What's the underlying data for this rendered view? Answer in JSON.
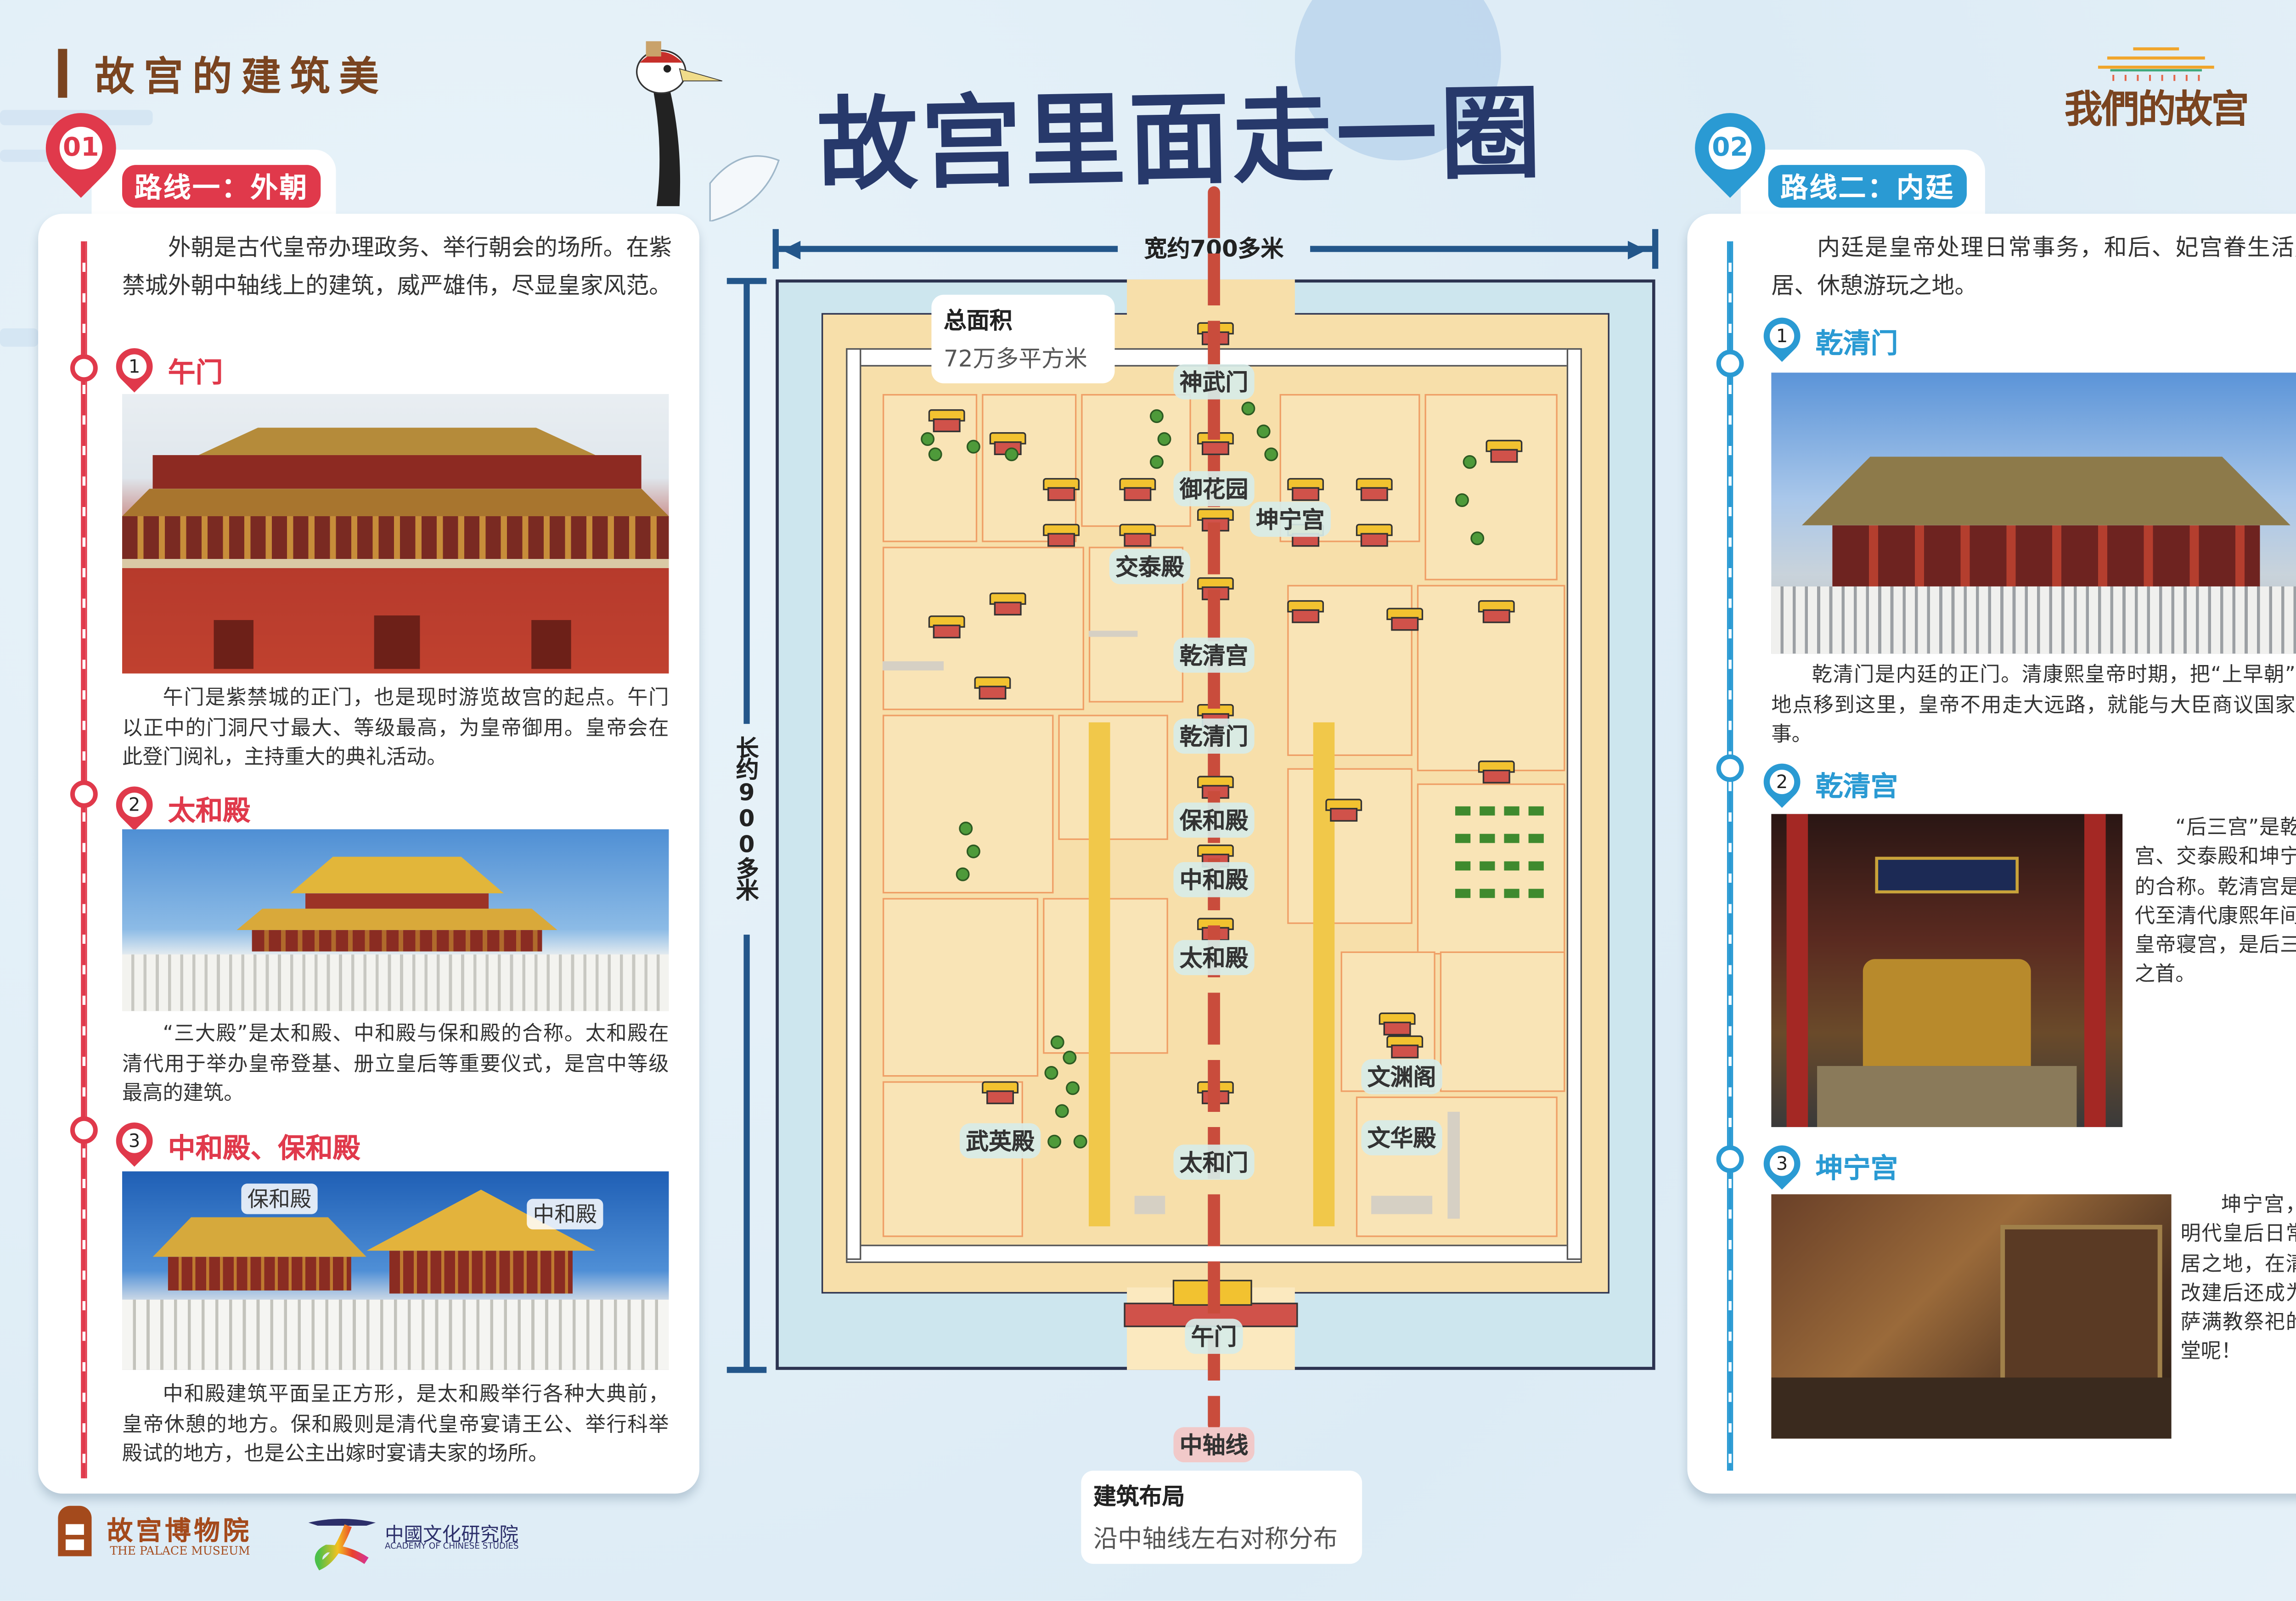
{
  "header": {
    "section_title": "故宫的建筑美",
    "main_title": "故宫里面走一圈",
    "brand_logo": "我們的故宫"
  },
  "route1": {
    "number": "01",
    "label": "路线一：外朝",
    "intro": "外朝是古代皇帝办理政务、举行朝会的场所。在紫禁城外朝中轴线上的建筑，威严雄伟，尽显皇家风范。",
    "items": [
      {
        "index": "1",
        "title": "午门",
        "description": "午门是紫禁城的正门，也是现时游览故宫的起点。午门以正中的门洞尺寸最大、等级最高，为皇帝御用。皇帝会在此登门阅礼，主持重大的典礼活动。"
      },
      {
        "index": "2",
        "title": "太和殿",
        "description": "“三大殿”是太和殿、中和殿与保和殿的合称。太和殿在清代用于举办皇帝登基、册立皇后等重要仪式，是宫中等级最高的建筑。"
      },
      {
        "index": "3",
        "title": "中和殿、保和殿",
        "photo_labels": [
          "保和殿",
          "中和殿"
        ],
        "description": "中和殿建筑平面呈正方形，是太和殿举行各种大典前，皇帝休憩的地方。保和殿则是清代皇帝宴请王公、举行科举殿试的地方，也是公主出嫁时宴请夫家的场所。"
      }
    ]
  },
  "route2": {
    "number": "02",
    "label": "路线二：内廷",
    "intro": "内廷是皇帝处理日常事务，和后、妃宫眷生活起居、休憩游玩之地。",
    "items": [
      {
        "index": "1",
        "title": "乾清门",
        "description": "乾清门是内廷的正门。清康熙皇帝时期，把“上早朝”的地点移到这里，皇帝不用走大远路，就能与大臣商议国家大事。"
      },
      {
        "index": "2",
        "title": "乾清宫",
        "description": "“后三宫”是乾清宫、交泰殿和坤宁宫的合称。乾清宫是明代至清代康熙年间的皇帝寝宫，是后三宫之首。"
      },
      {
        "index": "3",
        "title": "坤宁宫",
        "description": "坤宁宫，是明代皇后日常起居之地，在清代改建后还成为了萨满教祭祀的神堂呢！"
      }
    ]
  },
  "map": {
    "width_label": "宽约700多米",
    "height_label": "长约900多米",
    "area_title": "总面积",
    "area_value": "72万多平方米",
    "layout_title": "建筑布局",
    "layout_value": "沿中轴线左右对称分布",
    "axis_label": "中轴线",
    "places": {
      "shenwumen": "神武门",
      "yuhuayuan": "御花园",
      "kunninggong": "坤宁宫",
      "jiaotaidian": "交泰殿",
      "qianqinggong": "乾清宫",
      "qianqingmen": "乾清门",
      "baohedian": "保和殿",
      "zhonghedian": "中和殿",
      "taihedian": "太和殿",
      "taihemen": "太和门",
      "wuyingdian": "武英殿",
      "wenyuange": "文渊阁",
      "wenhuadian": "文华殿",
      "wumen": "午门"
    }
  },
  "footer": {
    "palace_museum_cn": "故宫博物院",
    "palace_museum_en": "THE PALACE MUSEUM",
    "academy_cn": "中國文化研究院",
    "academy_en": "ACADEMY OF CHINESE STUDIES"
  },
  "colors": {
    "route1": "#e0394b",
    "route2": "#2a9ad3",
    "title_navy": "#27396b",
    "brown": "#7a4420",
    "axis_red": "#c94c3c"
  }
}
